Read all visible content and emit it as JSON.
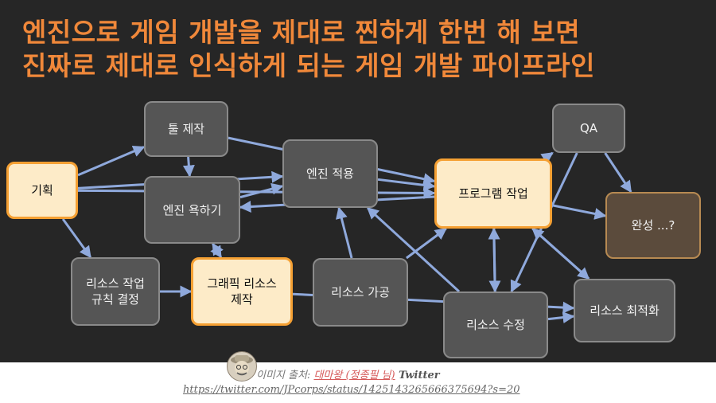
{
  "title": {
    "line1": "엔진으로 게임 개발을 제대로 찐하게 한번 해 보면",
    "line2": "진짜로 제대로 인식하게 되는 게임 개발 파이프라인"
  },
  "nodes": {
    "planning": "기획",
    "tool_making": "툴 제작",
    "engine_greed": "엔진 욕하기",
    "engine_apply": "엔진 적용",
    "programming": "프로그램 작업",
    "qa": "QA",
    "complete": "완성 ...?",
    "resource_rules": "리소스 작업\n규칙 결정",
    "graphic_resource": "그래픽 리소스\n제작",
    "resource_process": "리소스 가공",
    "resource_fix": "리소스 수정",
    "resource_optimize": "리소스 최적화"
  },
  "credit": {
    "prefix": "이미지 출처: ",
    "author": "대마왕 (정종필 님)",
    "suffix": " Twitter",
    "url": "https://twitter.com/JPcorps/status/1425143265666375694?s=20"
  },
  "colors": {
    "title": "#f0883a",
    "arrow": "#8fa9dc",
    "dark_node": "#555555",
    "highlight_node": "#fdebc8",
    "highlight_border": "#f5a033"
  },
  "edges": [
    [
      "planning",
      "tool_making"
    ],
    [
      "planning",
      "engine_apply"
    ],
    [
      "planning",
      "programming"
    ],
    [
      "planning",
      "resource_rules"
    ],
    [
      "tool_making",
      "programming"
    ],
    [
      "tool_making",
      "engine_greed"
    ],
    [
      "engine_greed",
      "engine_apply"
    ],
    [
      "programming",
      "engine_greed"
    ],
    [
      "engine_greed",
      "graphic_resource"
    ],
    [
      "graphic_resource",
      "engine_greed"
    ],
    [
      "engine_apply",
      "programming"
    ],
    [
      "resource_rules",
      "graphic_resource"
    ],
    [
      "graphic_resource",
      "resource_optimize"
    ],
    [
      "resource_process",
      "engine_apply"
    ],
    [
      "resource_fix",
      "engine_apply"
    ],
    [
      "resource_process",
      "programming"
    ],
    [
      "programming",
      "qa"
    ],
    [
      "programming",
      "complete"
    ],
    [
      "qa",
      "complete"
    ],
    [
      "qa",
      "resource_fix"
    ],
    [
      "resource_fix",
      "programming"
    ],
    [
      "programming",
      "resource_fix"
    ],
    [
      "resource_fix",
      "resource_optimize"
    ],
    [
      "resource_optimize",
      "programming"
    ],
    [
      "programming",
      "resource_optimize"
    ]
  ]
}
